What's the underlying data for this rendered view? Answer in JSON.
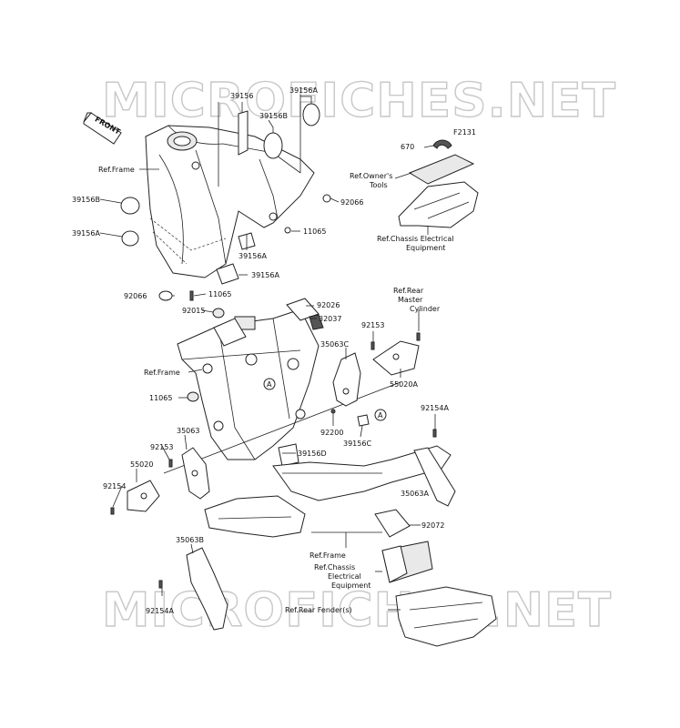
{
  "diagram": {
    "code": "F2131",
    "watermark": "MICROFICHES.NET",
    "front_label": "FRONT",
    "callout_letter": "A",
    "labels": {
      "l39156_top": "39156",
      "l39156A_top": "39156A",
      "l39156B_top": "39156B",
      "l39156B_left": "39156B",
      "l39156A_left": "39156A",
      "l39156A_mid": "39156A",
      "l39156A_low": "39156A",
      "l92066_r": "92066",
      "l11065_r": "11065",
      "l92066_l": "92066",
      "l11065_mid": "11065",
      "l92015": "92015",
      "l92026": "92026",
      "l32037": "32037",
      "l92153_r": "92153",
      "l35063C": "35063C",
      "l55020A": "55020A",
      "l11065_l": "11065",
      "l92200": "92200",
      "l39156C": "39156C",
      "l92154A_r": "92154A",
      "l35063": "35063",
      "l92153_l": "92153",
      "l55020": "55020",
      "l92154": "92154",
      "l39156D": "39156D",
      "l35063A": "35063A",
      "l92072": "92072",
      "l35063B": "35063B",
      "l92154A_l": "92154A",
      "l670": "670",
      "ref_frame_top": "Ref.Frame",
      "ref_frame_mid": "Ref.Frame",
      "ref_frame_bot": "Ref.Frame",
      "ref_owner_1": "Ref.Owner's",
      "ref_owner_2": "Tools",
      "ref_chassis_top_1": "Ref.Chassis Electrical",
      "ref_chassis_top_2": "Equipment",
      "ref_rear_1": "Ref.Rear",
      "ref_rear_2": "Master",
      "ref_rear_3": "Cylinder",
      "ref_chassis_bot_1": "Ref.Chassis",
      "ref_chassis_bot_2": "Electrical",
      "ref_chassis_bot_3": "Equipment",
      "ref_fender": "Ref.Rear Fender(s)"
    }
  }
}
